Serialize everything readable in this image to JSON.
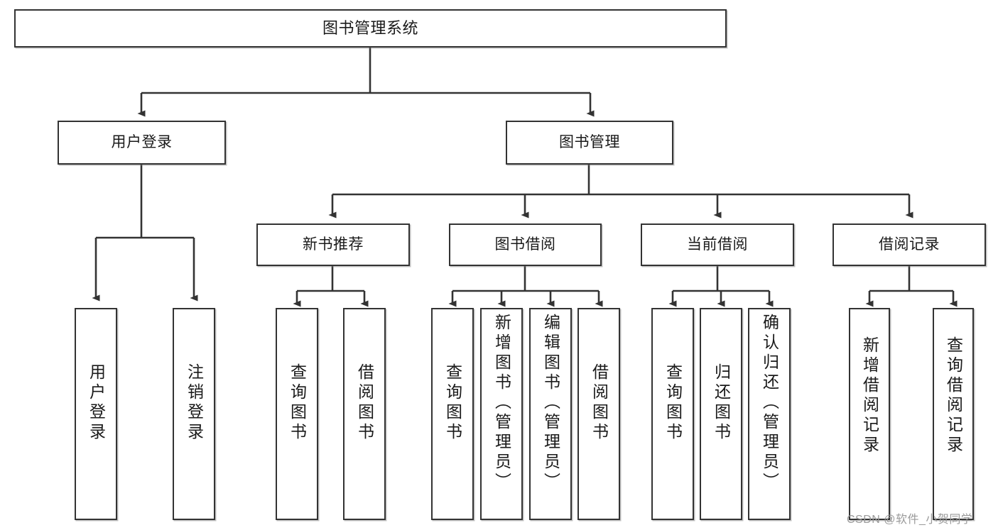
{
  "diagram": {
    "title": "图书管理系统",
    "type": "tree-hierarchy",
    "root": {
      "label": "图书管理系统"
    },
    "level2": [
      {
        "label": "用户登录"
      },
      {
        "label": "图书管理"
      }
    ],
    "level3": [
      {
        "label": "新书推荐"
      },
      {
        "label": "图书借阅"
      },
      {
        "label": "当前借阅"
      },
      {
        "label": "借阅记录"
      }
    ],
    "leaves": {
      "user_login": [
        {
          "label": "用户登录"
        },
        {
          "label": "注销登录"
        }
      ],
      "new_book_recommend": [
        {
          "label": "查询图书"
        },
        {
          "label": "借阅图书"
        }
      ],
      "book_borrow": [
        {
          "label": "查询图书"
        },
        {
          "label": "新增图书（管理员）"
        },
        {
          "label": "编辑图书（管理员）"
        },
        {
          "label": "借阅图书"
        }
      ],
      "current_borrow": [
        {
          "label": "查询图书"
        },
        {
          "label": "归还图书"
        },
        {
          "label": "确认归还（管理员）"
        }
      ],
      "borrow_record": [
        {
          "label": "新增借阅记录"
        },
        {
          "label": "查询借阅记录"
        }
      ]
    }
  },
  "watermark": {
    "text": "CSDN @软件_小贺同学"
  },
  "colors": {
    "stroke": "#333333",
    "text": "#1a1a1a",
    "background": "#ffffff",
    "watermark": "#9a9a9a"
  }
}
